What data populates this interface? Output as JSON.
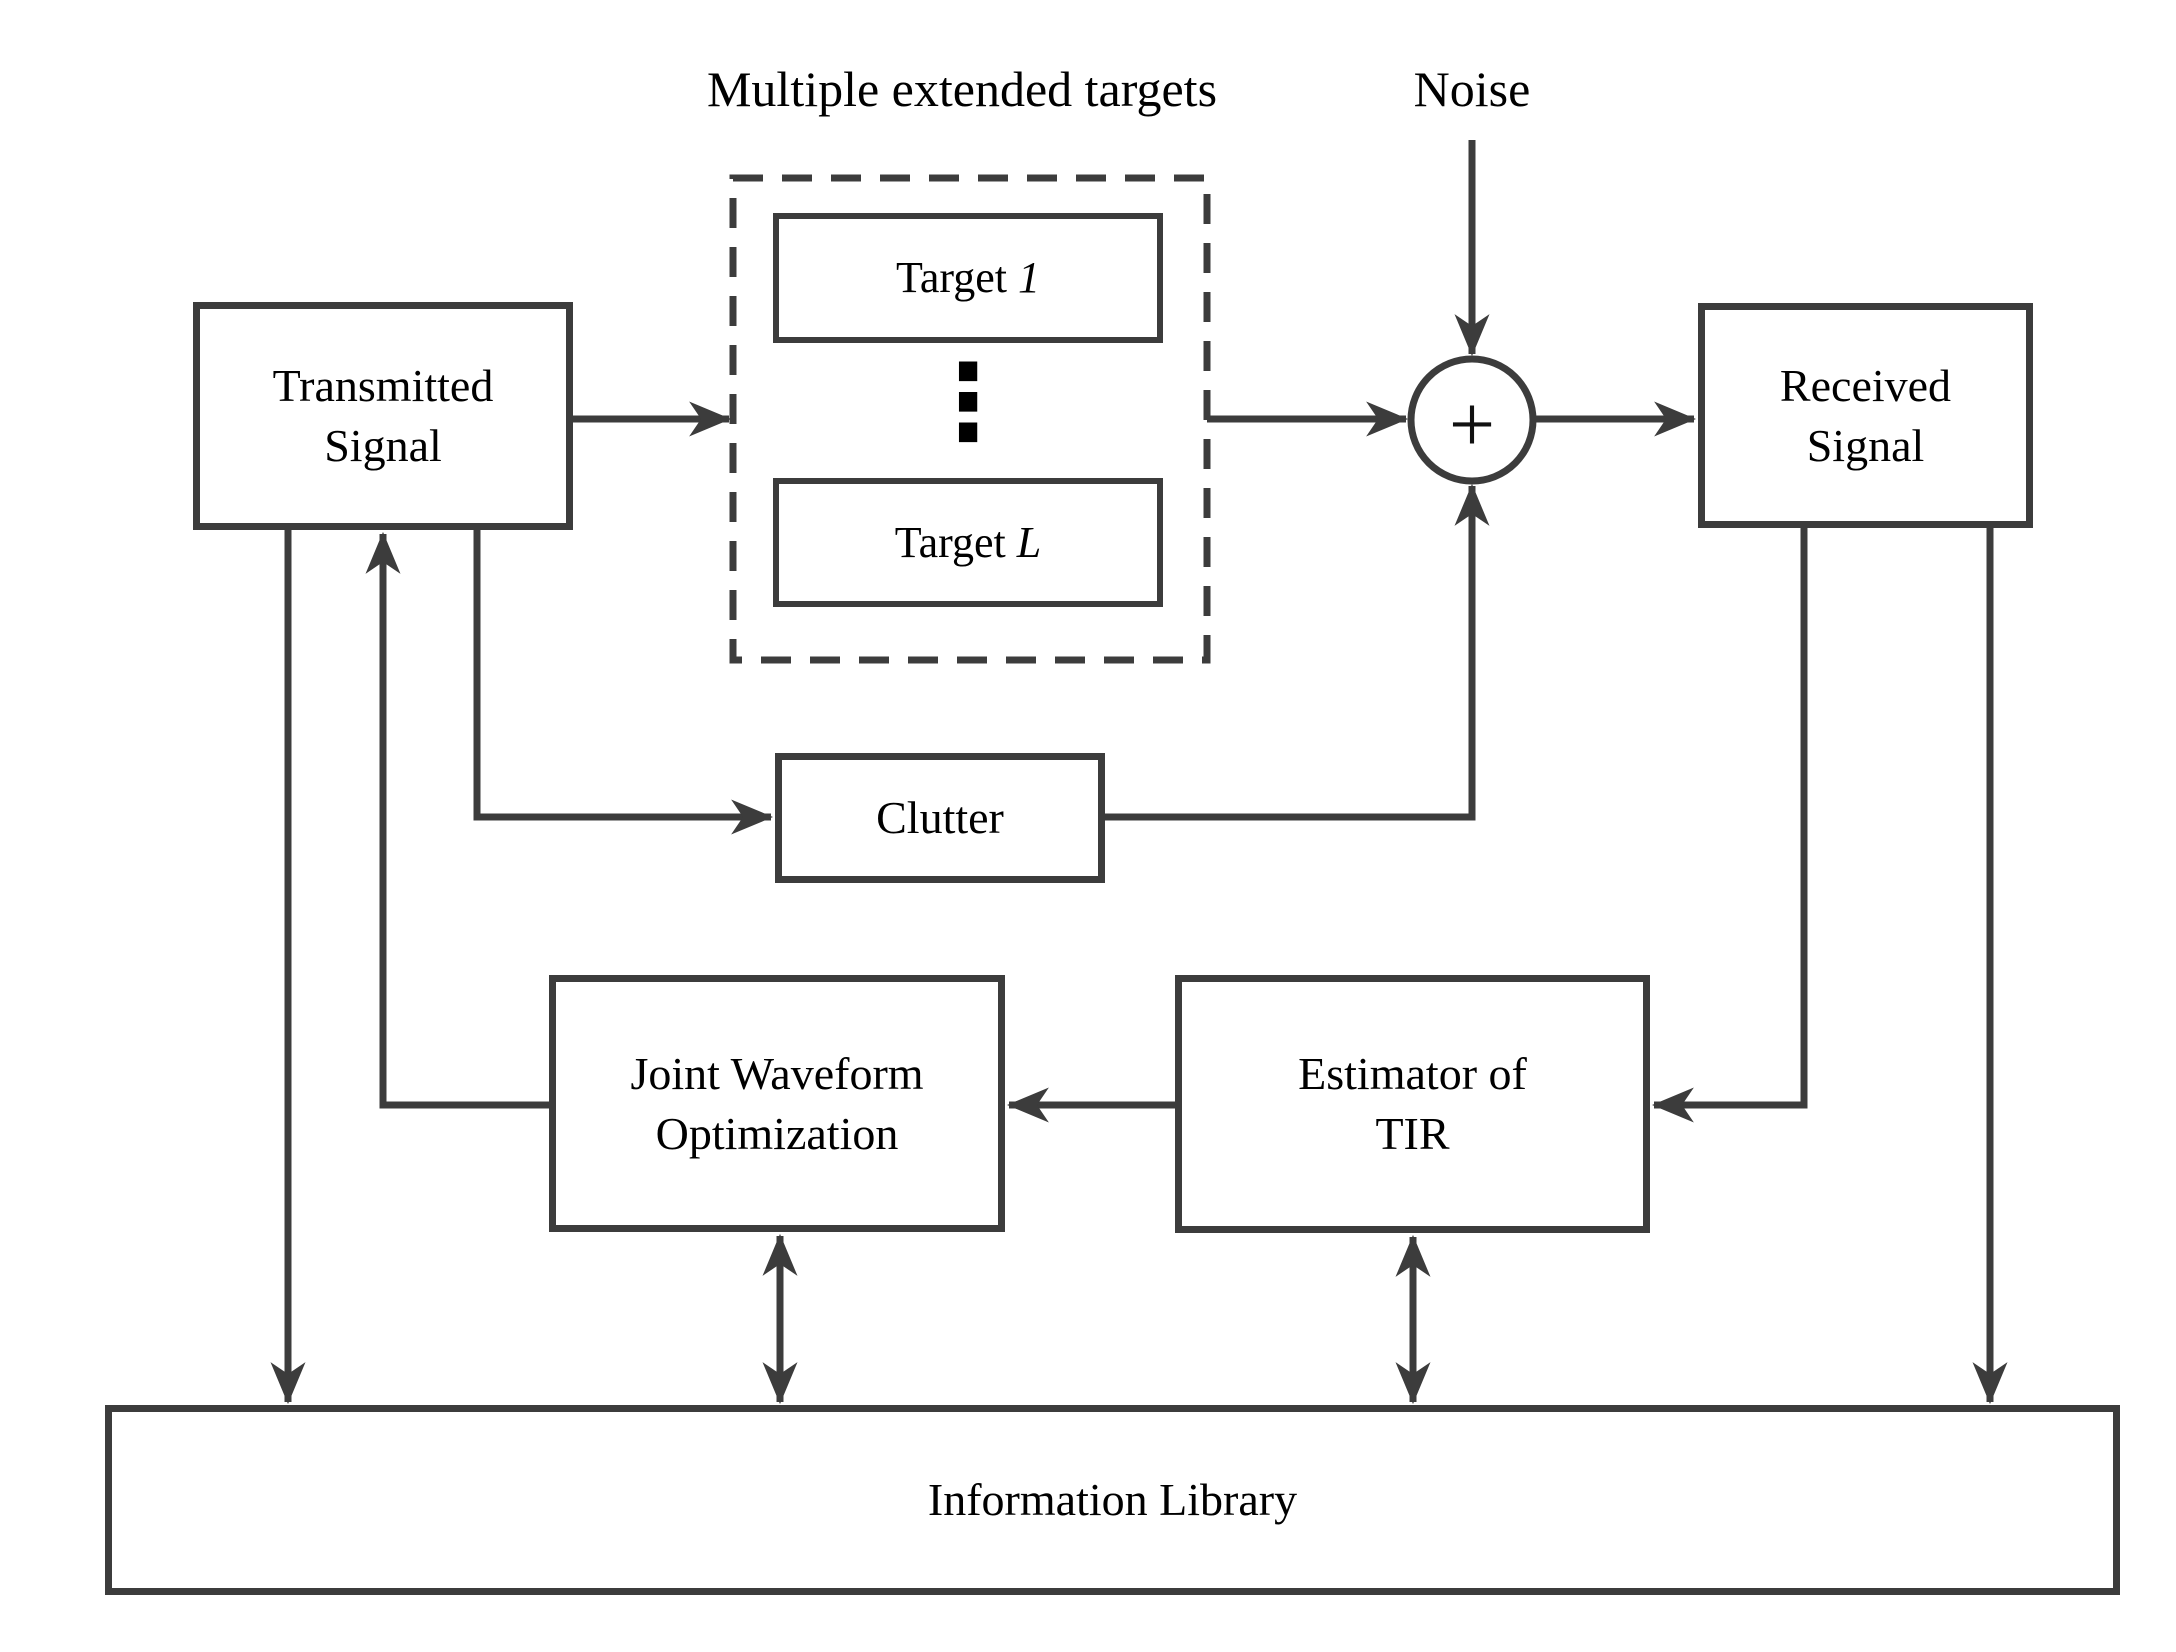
{
  "diagram": {
    "title_labels": {
      "targets_group": "Multiple extended targets",
      "noise": "Noise",
      "plus": "+",
      "ellipsis": "⋮"
    },
    "boxes": {
      "transmitted": "Transmitted\nSignal",
      "received": "Received\nSignal",
      "clutter": "Clutter",
      "target_first_prefix": "Target ",
      "target_first_index": "1",
      "target_last_prefix": "Target ",
      "target_last_index": "L",
      "jwo": "Joint Waveform\nOptimization",
      "estimator": "Estimator of\nTIR",
      "library": "Information Library"
    },
    "colors": {
      "line": "#3c3c3c",
      "text": "#000000",
      "background": "#ffffff"
    }
  }
}
